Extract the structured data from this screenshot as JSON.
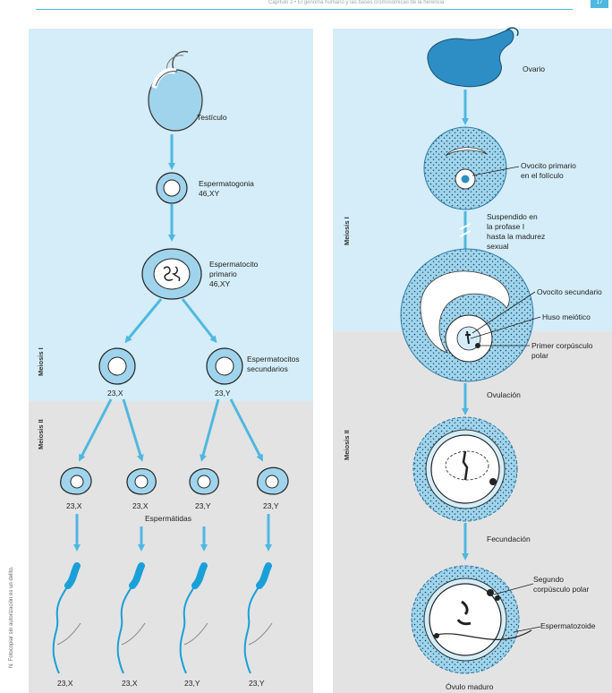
{
  "header": {
    "text": "Capítulo 2 • El genoma humano y las bases cromosómicas de la herencia",
    "page": "17"
  },
  "side_note": "N. Fotocopiar sin autorización es un delito.",
  "male": {
    "testicle": "Testículo",
    "spermatogonia": [
      "Espermatogonia",
      "46,XY"
    ],
    "primary": [
      "Espermatocito",
      "primario",
      "46,XY"
    ],
    "meiosis1": "Meiosis I",
    "secondary": [
      "Espermatocitos",
      "secundarios"
    ],
    "sec_k1": "23,X",
    "sec_k2": "23,Y",
    "meiosis2": "Meiosis II",
    "spermatid_k": [
      "23,X",
      "23,X",
      "23,Y",
      "23,Y"
    ],
    "spermatids": "Espermátidas",
    "sperm_k": [
      "23,X",
      "23,X",
      "23,Y",
      "23,Y"
    ]
  },
  "female": {
    "ovary": "Ovario",
    "meiosis1": "Meiosis I",
    "primary": [
      "Ovocito primario",
      "en el folículo"
    ],
    "arrest": [
      "Suspendido en",
      "la profase I",
      "hasta la madurez",
      "sexual"
    ],
    "secondary": "Ovocito secundario",
    "spindle": "Huso meiótico",
    "polar1": [
      "Primer corpúsculo",
      "polar"
    ],
    "ovulation": "Ovulación",
    "meiosis2": "Meiosis II",
    "fertilization": "Fecundación",
    "polar2": [
      "Segundo",
      "corpúsculo polar"
    ],
    "sperm": "Espermatozoide",
    "mature": "Óvulo maduro"
  }
}
